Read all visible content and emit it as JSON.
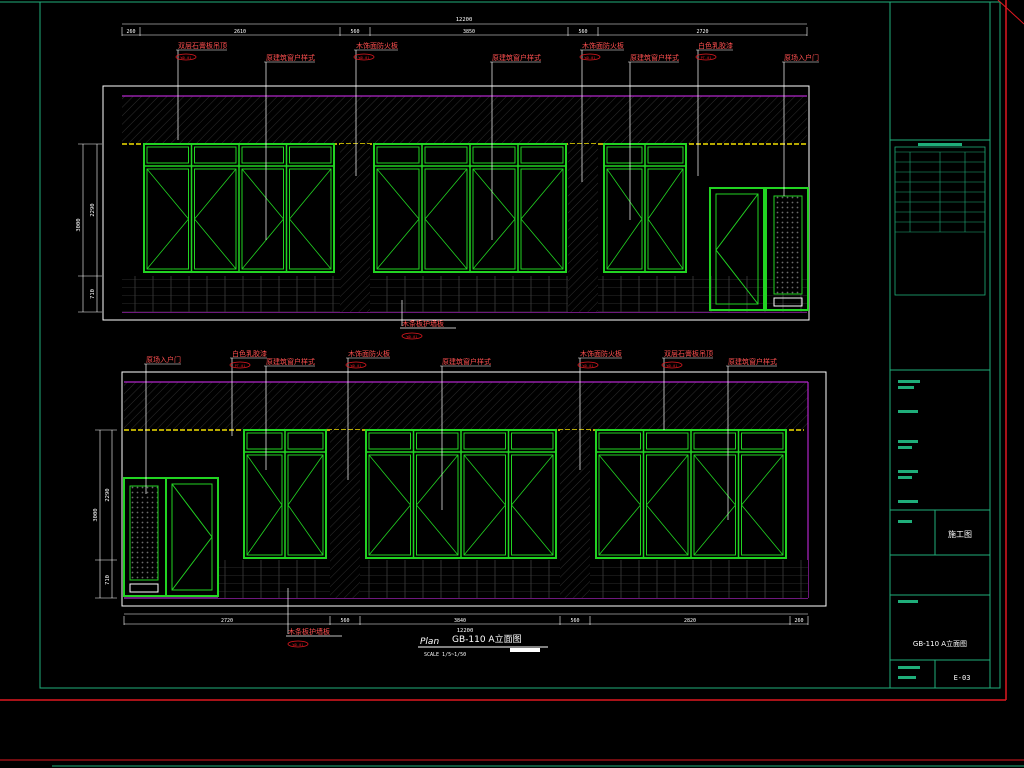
{
  "sheet": {
    "drawing_title": "GB-110 A立面图",
    "plan_label": "Plan",
    "scale_label": "SCALE 1/5~1/50",
    "stage": "施工图",
    "drawing_name": "GB-110 A立面图",
    "sheet_no": "E-03"
  },
  "colors": {
    "background": "#000000",
    "frame": "#1fae7a",
    "outer_frame": "#e01820",
    "window": "#22d422",
    "wall_outline": "#ffffff",
    "ceiling_line": "#f2e000",
    "magenta": "#b026c8",
    "leader": "#ffffff",
    "tag": "#e01820",
    "hatch": "#3a3a3a"
  },
  "elevation_top": {
    "overall_dimension": "12200",
    "top_dimensions": [
      "260",
      "2610",
      "560",
      "3850",
      "560",
      "2720"
    ],
    "height_dimension": "3000",
    "sub_height_dimensions": [
      "2290",
      "710"
    ],
    "callouts": [
      {
        "text": "双层石膏板吊顶",
        "tag": "WD-01"
      },
      {
        "text": "原建筑窗户样式",
        "tag": ""
      },
      {
        "text": "木饰面防火板",
        "tag": "WD-01"
      },
      {
        "text": "原建筑窗户样式",
        "tag": ""
      },
      {
        "text": "木饰面防火板",
        "tag": "WD-01"
      },
      {
        "text": "原建筑窗户样式",
        "tag": ""
      },
      {
        "text": "白色乳胶漆",
        "tag": "PT-01"
      },
      {
        "text": "原场入户门",
        "tag": ""
      }
    ],
    "bottom_callout": {
      "text": "木条板护墙板",
      "tag": "WD-01"
    }
  },
  "elevation_bottom": {
    "overall_dimension": "12200",
    "bottom_dimensions": [
      "2720",
      "560",
      "3840",
      "560",
      "2820",
      "260"
    ],
    "height_dimension": "3000",
    "sub_height_dimensions": [
      "2290",
      "710"
    ],
    "callouts": [
      {
        "text": "原场入户门",
        "tag": ""
      },
      {
        "text": "白色乳胶漆",
        "tag": "PT-01"
      },
      {
        "text": "原建筑窗户样式",
        "tag": ""
      },
      {
        "text": "木饰面防火板",
        "tag": "WD-01"
      },
      {
        "text": "原建筑窗户样式",
        "tag": ""
      },
      {
        "text": "木饰面防火板",
        "tag": "WD-01"
      },
      {
        "text": "双层石膏板吊顶",
        "tag": "WD-01"
      },
      {
        "text": "原建筑窗户样式",
        "tag": ""
      }
    ],
    "bottom_callout": {
      "text": "木条板护墙板",
      "tag": "WD-01"
    }
  }
}
